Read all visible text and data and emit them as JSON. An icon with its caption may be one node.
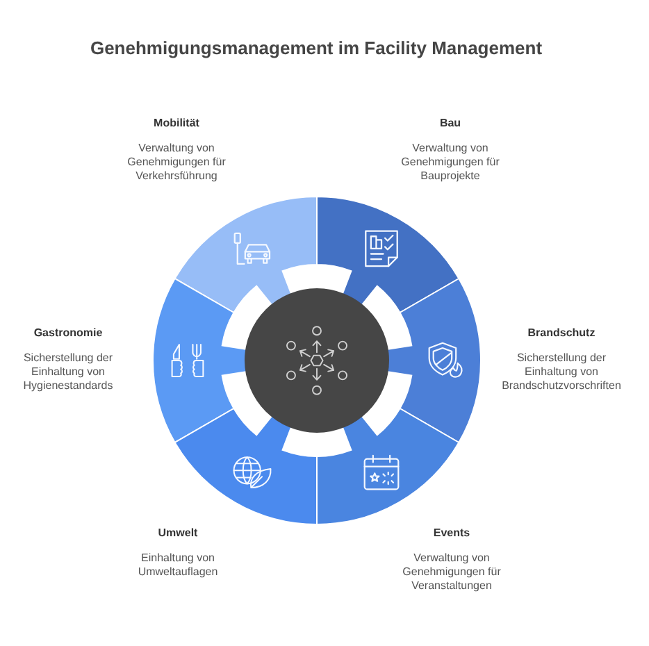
{
  "diagram": {
    "title": "Genehmigungsmanagement im Facility Management",
    "nodes": [
      {
        "text": [],
        "shape": "circle"
      },
      {
        "text": [],
        "shape": "segment",
        "beside": [
          "Mobilität",
          "Verwaltung von Genehmigungen für Verkehrsführung"
        ]
      },
      {
        "text": [],
        "shape": "segment",
        "beside": [
          "Bau",
          "Verwaltung von Genehmigungen für Bauprojekte"
        ]
      },
      {
        "text": [],
        "shape": "segment",
        "beside": [
          "Gastronomie",
          "Sicherstellung der Einhaltung von Hygienestandards"
        ]
      },
      {
        "text": [],
        "shape": "segment",
        "beside": [
          "Brandschutz",
          "Sicherstellung der Einhaltung von Brandschutzvorschriften"
        ]
      },
      {
        "text": [],
        "shape": "segment",
        "beside": [
          "Umwelt",
          "Einhaltung von Umweltauflagen"
        ]
      },
      {
        "text": [],
        "shape": "segment",
        "beside": [
          "Events",
          "Verwaltung von Genehmigungen für Veranstaltungen"
        ]
      }
    ]
  }
}
